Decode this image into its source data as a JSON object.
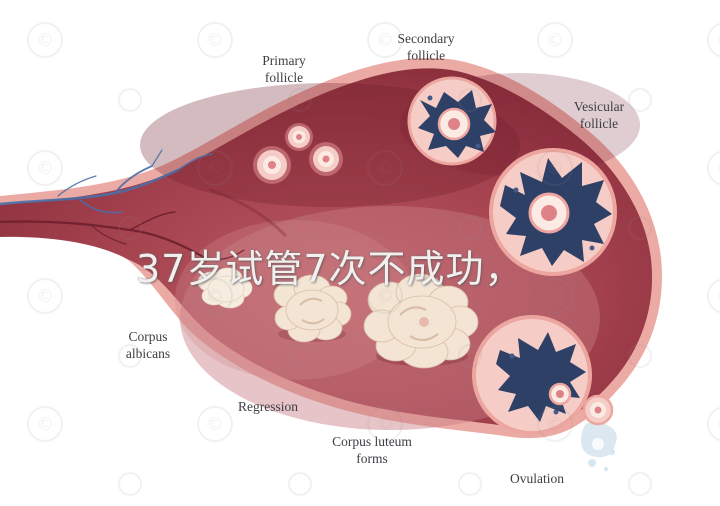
{
  "overlay": {
    "text": "37岁试管7次不成功，"
  },
  "labels": {
    "primary": [
      "Primary",
      "follicle"
    ],
    "secondary": [
      "Secondary",
      "follicle"
    ],
    "vesicular": [
      "Vesicular",
      "follicle"
    ],
    "corpus_albicans": [
      "Corpus",
      "albicans"
    ],
    "regression": [
      "Regression"
    ],
    "corpus_luteum": [
      "Corpus luteum",
      "forms"
    ],
    "ovulation": [
      "Ovulation"
    ]
  },
  "watermark": {
    "glyph": "©"
  },
  "colors": {
    "rim": "#ecaaa4",
    "body_dark": "#822836",
    "body_mid": "#a13f4c",
    "body_light": "#bb5a63",
    "follicle_base": "#f5cdc6",
    "follicle_ring": "#eda59f",
    "follicle_inner": "#fcebe5",
    "follicle_dot": "#df8287",
    "blue_dark": "#2f4067",
    "blue_mid": "#45598a",
    "cream": "#f3e4d3",
    "cream_shadow": "#d9bda6",
    "white_blob": "#f6ecdf",
    "vessel_blue": "#4a6fa8",
    "vessel_red": "#6f1f2d",
    "label": "#3e3e44",
    "overlay": "#f2f0ee",
    "watermark": "#8a8a8a",
    "splash_blue": "#d7e6ef"
  }
}
